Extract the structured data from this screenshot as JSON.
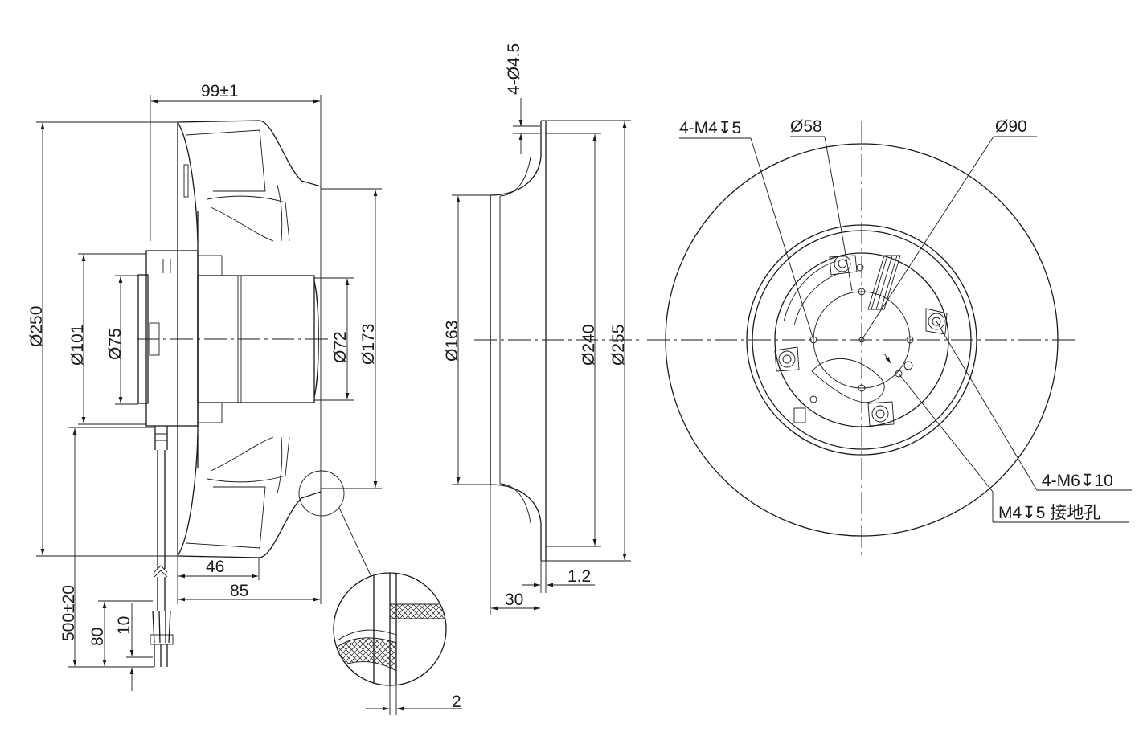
{
  "side_view": {
    "dim_width": "99±1",
    "dim_overall_dia": "Ø250",
    "dim_d101": "Ø101",
    "dim_d75": "Ø75",
    "dim_d72": "Ø72",
    "dim_d173": "Ø173",
    "dim_46": "46",
    "dim_85": "85",
    "dim_cable": "500±20",
    "dim_80": "80",
    "dim_10": "10"
  },
  "inlet_ring_view": {
    "dim_holes": "4-Ø4.5",
    "dim_d163": "Ø163",
    "dim_d240": "Ø240",
    "dim_d255": "Ø255",
    "dim_1_2": "1.2",
    "dim_30": "30"
  },
  "detail_view": {
    "dim_2": "2"
  },
  "front_view": {
    "label_m4": "4-M4↧5",
    "label_d58": "Ø58",
    "label_d90": "Ø90",
    "label_m6": "4-M6↧10",
    "label_ground": "M4↧5 接地孔"
  }
}
